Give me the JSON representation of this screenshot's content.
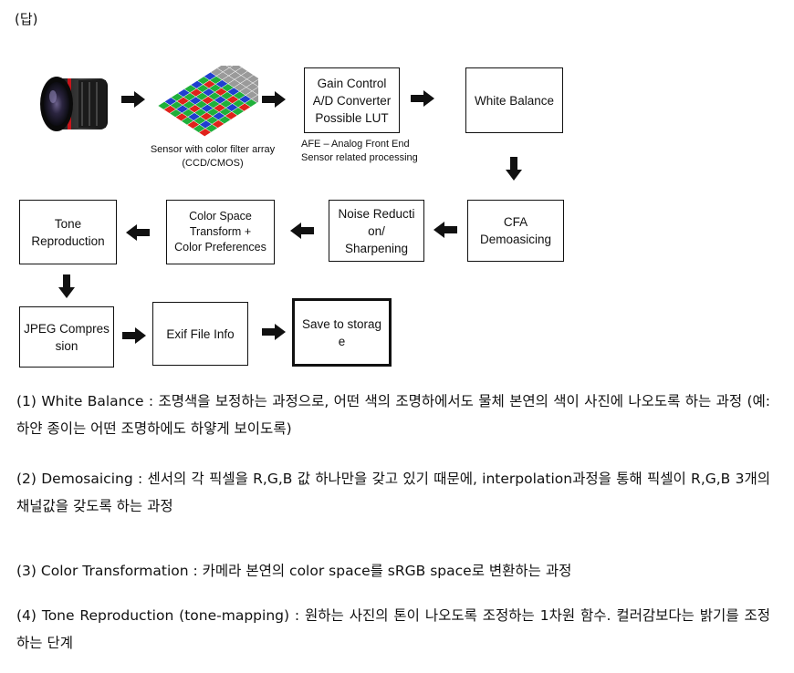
{
  "answer_label": "(답)",
  "diagram": {
    "sensor_caption": "Sensor with color filter array\n(CCD/CMOS)",
    "afe_caption": "AFE – Analog Front End\nSensor related processing",
    "boxes": {
      "gain_control": "Gain Control\nA/D Converter\nPossible LUT",
      "white_balance": "White Balance",
      "cfa_demosaicing": "CFA\nDemoasicing",
      "noise_reduction": "Noise Reducti\non/\nSharpening",
      "color_space": "Color Space\nTransform +\nColor Preferences",
      "tone_reproduction": "Tone\nReproduction",
      "jpeg_compression": "JPEG Compres\nsion",
      "exif_file_info": "Exif File Info",
      "save_to_storage": "Save to storag\ne"
    }
  },
  "paragraphs": [
    "(1) White Balance : 조명색을 보정하는 과정으로, 어떤 색의 조명하에서도 물체 본연의 색이 사진에 나오도록 하는 과정 (예: 하얀 종이는 어떤 조명하에도 하얗게 보이도록)",
    "(2) Demosaicing : 센서의 각 픽셀을 R,G,B 값 하나만을 갖고 있기 때문에, interpolation과정을 통해 픽셀이 R,G,B 3개의 채널값을 갖도록 하는 과정",
    "(3) Color Transformation : 카메라 본연의 color space를 sRGB space로 변환하는 과정",
    "(4) Tone Reproduction (tone-mapping) : 원하는 사진의 톤이 나오도록 조정하는 1차원 함수. 컬러감보다는 밝기를 조정하는 단계"
  ],
  "colors": {
    "box_border": "#111111",
    "arrow": "#111111",
    "cfa_red": "#e0221b",
    "cfa_green": "#1fb03a",
    "cfa_blue": "#1f3fd0",
    "cfa_gray": "#9a9a9a"
  }
}
